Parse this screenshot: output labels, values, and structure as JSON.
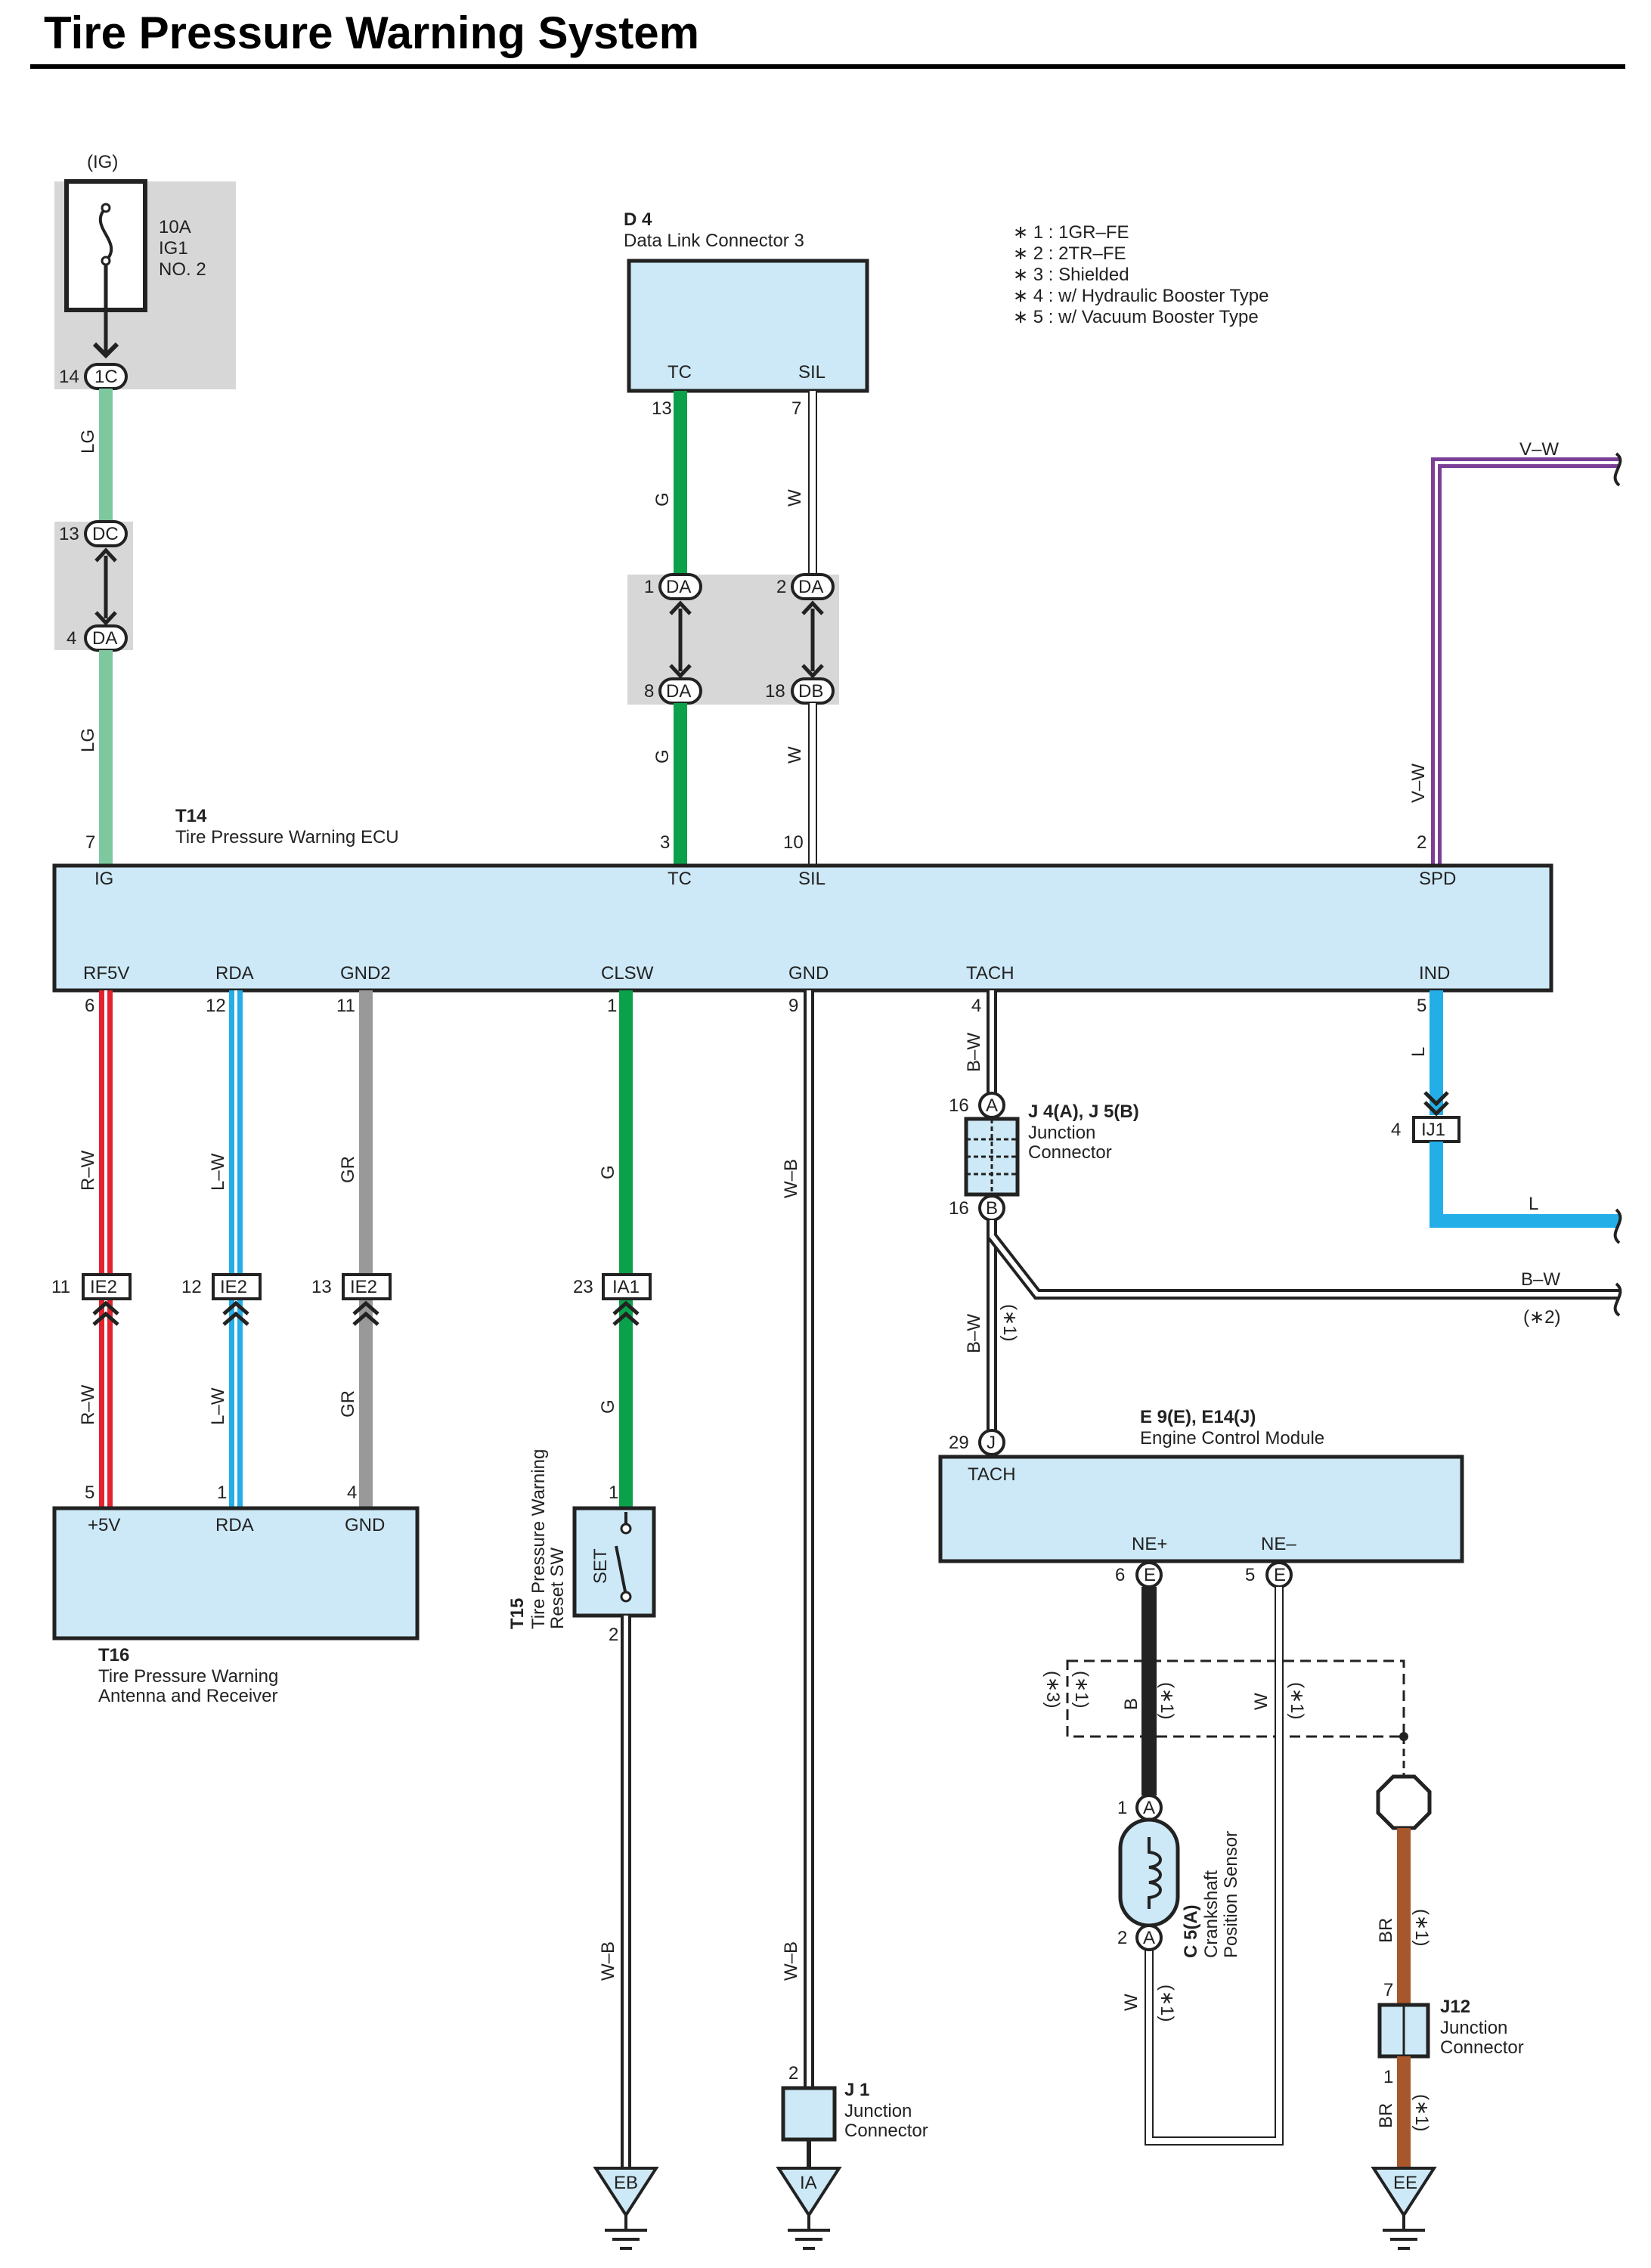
{
  "title": "Tire Pressure Warning System",
  "notes": [
    "∗ 1 : 1GR–FE",
    "∗ 2 : 2TR–FE",
    "∗ 3 : Shielded",
    "∗ 4 : w/ Hydraulic Booster Type",
    "∗ 5 : w/ Vacuum Booster Type"
  ],
  "ig_source": "(IG)",
  "fuse": {
    "rating": "10A",
    "name": "IG1",
    "number": "NO. 2"
  },
  "connectors": {
    "ig1c": {
      "pin": "14",
      "name": "1C"
    },
    "dc": {
      "pin": "13",
      "name": "DC"
    },
    "da4": {
      "pin": "4",
      "name": "DA"
    },
    "da1": {
      "pin": "1",
      "name": "DA"
    },
    "da2": {
      "pin": "2",
      "name": "DA"
    },
    "da8": {
      "pin": "8",
      "name": "DA"
    },
    "db18": {
      "pin": "18",
      "name": "DB"
    },
    "ie2_11": {
      "pin": "11",
      "name": "IE2"
    },
    "ie2_12": {
      "pin": "12",
      "name": "IE2"
    },
    "ie2_13": {
      "pin": "13",
      "name": "IE2"
    },
    "ia1": {
      "pin": "23",
      "name": "IA1"
    },
    "ij1": {
      "pin": "4",
      "name": "IJ1"
    },
    "j4": {
      "pin": "16",
      "name": "A"
    },
    "j5": {
      "pin": "16",
      "name": "B"
    },
    "ecm_tach": {
      "pin": "29",
      "name": "J"
    },
    "ecm_ne_pos": {
      "pin": "6",
      "name": "E"
    },
    "ecm_ne_neg": {
      "pin": "5",
      "name": "E"
    },
    "crank_1": {
      "pin": "1",
      "name": "A"
    },
    "crank_2": {
      "pin": "2",
      "name": "A"
    }
  },
  "components": {
    "d4": {
      "id": "D 4",
      "desc": "Data Link Connector 3",
      "tc": "TC",
      "sil": "SIL",
      "pin_tc": "13",
      "pin_sil": "7"
    },
    "t14": {
      "id": "T14",
      "desc": "Tire Pressure Warning ECU",
      "top": {
        "ig": "IG",
        "tc": "TC",
        "sil": "SIL",
        "spd": "SPD"
      },
      "top_pins": {
        "ig": "7",
        "tc": "3",
        "sil": "10",
        "spd": "2"
      },
      "bottom": {
        "rf5v": "RF5V",
        "rda": "RDA",
        "gnd2": "GND2",
        "clsw": "CLSW",
        "gnd": "GND",
        "tach": "TACH",
        "ind": "IND"
      },
      "bottom_pins": {
        "rf5v": "6",
        "rda": "12",
        "gnd2": "11",
        "clsw": "1",
        "gnd": "9",
        "tach": "4",
        "ind": "5"
      }
    },
    "t16": {
      "id": "T16",
      "desc1": "Tire Pressure Warning",
      "desc2": "Antenna and Receiver",
      "p5v": "+5V",
      "rda": "RDA",
      "gnd": "GND",
      "pin_5v": "5",
      "pin_rda": "1",
      "pin_gnd": "4"
    },
    "t15": {
      "id": "T15",
      "desc1": "Tire Pressure Warning",
      "desc2": "Reset SW",
      "set": "SET",
      "pin_top": "1",
      "pin_bottom": "2"
    },
    "j45": {
      "id": "J 4(A), J 5(B)",
      "desc1": "Junction",
      "desc2": "Connector"
    },
    "ecm": {
      "id": "E 9(E), E14(J)",
      "desc": "Engine Control Module",
      "tach": "TACH",
      "ne_pos": "NE+",
      "ne_neg": "NE–"
    },
    "c5": {
      "id": "C 5(A)",
      "desc1": "Crankshaft",
      "desc2": "Position Sensor"
    },
    "j1": {
      "id": "J 1",
      "desc1": "Junction",
      "desc2": "Connector",
      "pin": "2"
    },
    "j12": {
      "id": "J12",
      "desc1": "Junction",
      "desc2": "Connector",
      "pin_top": "7",
      "pin_bottom": "1"
    }
  },
  "wires": {
    "lg": "LG",
    "g": "G",
    "w": "W",
    "vw": "V–W",
    "rw": "R–W",
    "lw": "L–W",
    "gr": "GR",
    "wb": "W–B",
    "bw": "B–W",
    "l": "L",
    "b": "B",
    "br": "BR"
  },
  "footnotes": {
    "n1": "(∗1)",
    "n2": "(∗2)",
    "n3": "(∗3)"
  },
  "grounds": {
    "eb": "EB",
    "ia": "IA",
    "ee": "EE"
  },
  "colors": {
    "LG": "#7ec8a0",
    "G": "#0aa14a",
    "V": "#7b3f98",
    "R": "#e2232f",
    "L": "#23aee8",
    "GR": "#999999",
    "B": "#222222",
    "BR": "#a8562b",
    "W": "#ffffff",
    "box_fill": "#cde9f7",
    "shade": "#d7d7d7"
  }
}
